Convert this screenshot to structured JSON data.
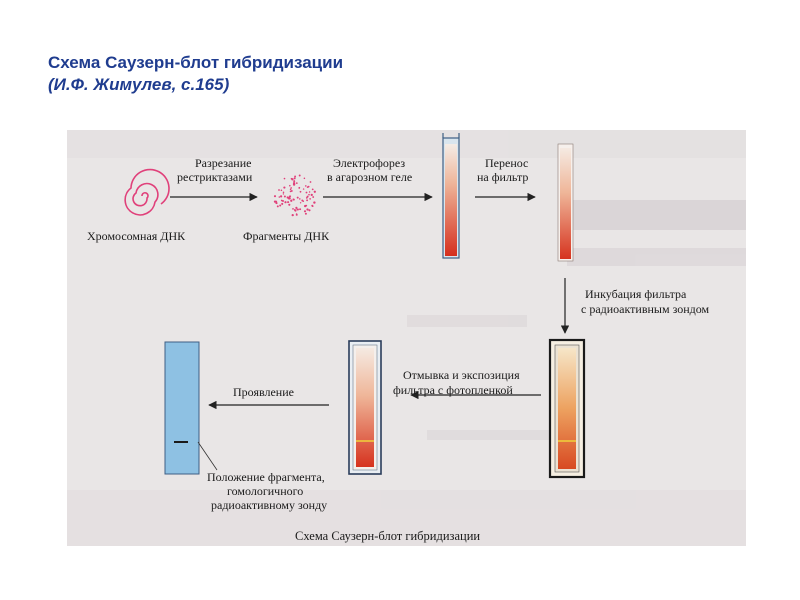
{
  "slide": {
    "title": "Схема Саузерн-блот гибридизации",
    "subtitle": "(И.Ф. Жимулев, с.165)"
  },
  "diagram": {
    "chromosome_dna": "Хромосомная ДНК",
    "fragments": "Фрагменты ДНК",
    "cut_line1": "Разрезание",
    "cut_line2": "рестриктазами",
    "electro_line1": "Электрофорез",
    "electro_line2": "в агарозном геле",
    "transfer_line1": "Перенос",
    "transfer_line2": "на фильтр",
    "incubation_line1": "Инкубация фильтра",
    "incubation_line2": "с радиоактивным зондом",
    "wash_line1": "Отмывка и экспозиция",
    "wash_line2": "фильтра с фотопленкой",
    "develop": "Проявление",
    "position_line1": "Положение фрагмента,",
    "position_line2": "гомологичного",
    "position_line3": "радиоактивному зонду",
    "caption": "Схема Саузерн-блот гибридизации"
  },
  "colors": {
    "title": "#1f3c8f",
    "gel_top": "#f2e4dc",
    "gel_bottom": "#d9301e",
    "film": "#8ec1e3",
    "band": "#f0d23a",
    "dna": "#e0407a"
  }
}
